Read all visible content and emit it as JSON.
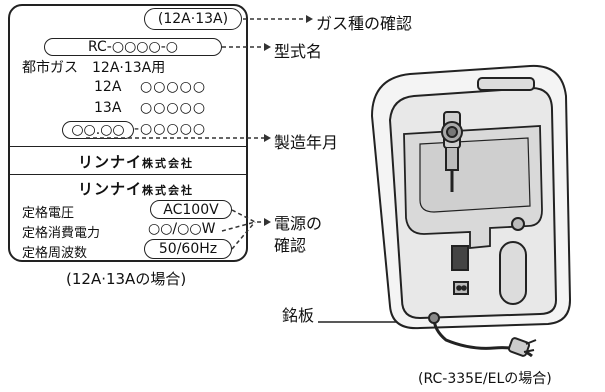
{
  "nameplate": {
    "gas_type_code": "(12A·13A)",
    "model_pill": "RC-○○○○-○",
    "gas_usage_line": "都市ガス　12A·13A用",
    "row_12a_label": "12A",
    "row_12a_value": "○○○○○",
    "row_13a_label": "13A",
    "row_13a_value": "○○○○○",
    "date_pill": "○○.○○",
    "date_serial": "-○○○○○",
    "brand_main": "リンナイ",
    "brand_suffix": "株式会社",
    "rated_voltage_label": "定格電圧",
    "rated_voltage_value": "AC100V",
    "rated_power_label": "定格消費電力",
    "rated_power_value": "○○/○○W",
    "rated_frequency_label": "定格周波数",
    "rated_frequency_value": "50/60Hz"
  },
  "plate_caption": "(12A·13Aの場合)",
  "callouts": {
    "gas_type_check": "ガス種の確認",
    "model_name": "型式名",
    "manufacture_date": "製造年月",
    "power_check_line1": "電源の",
    "power_check_line2": "確認",
    "nameplate": "銘板"
  },
  "heater_caption": "(RC-335E/ELの場合)"
}
